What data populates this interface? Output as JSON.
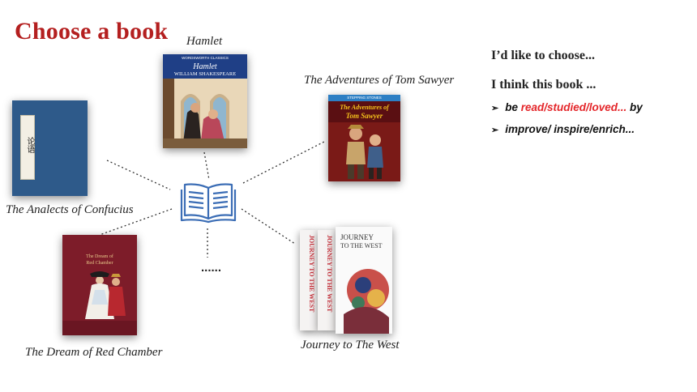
{
  "slide": {
    "title": "Choose a book",
    "more_label": "......"
  },
  "books": {
    "hamlet": {
      "caption": "Hamlet",
      "cover_series": "WORDSWORTH CLASSICS",
      "cover_title": "Hamlet",
      "cover_author": "WILLIAM SHAKESPEARE"
    },
    "tom_sawyer": {
      "caption": "The Adventures of  Tom Sawyer",
      "cover_series": "STEPPING STONES",
      "cover_title_1": "The Adventures of",
      "cover_title_2": "Tom Sawyer"
    },
    "analects": {
      "caption": "The Analects of  Confucius",
      "cover_title": "论语"
    },
    "red_chamber": {
      "caption": "The Dream of Red Chamber",
      "cover_title_1": "The Dream of",
      "cover_title_2": "Red Chamber"
    },
    "journey": {
      "caption": "Journey to The West",
      "spine_text": "JOURNEY TO THE WEST",
      "front_title_1": "JOURNEY",
      "front_title_2": "TO THE WEST"
    }
  },
  "prompts": {
    "line1": "I’d like to choose...",
    "line2": "I think this book ...",
    "bullet1_prefix": "be ",
    "bullet1_highlight": "read/studied/loved...",
    "bullet1_suffix": " by",
    "bullet2": "improve/ inspire/enrich..."
  },
  "colors": {
    "title": "#b41f1f",
    "highlight": "#e4262a",
    "book_icon": "#3b6db5"
  }
}
